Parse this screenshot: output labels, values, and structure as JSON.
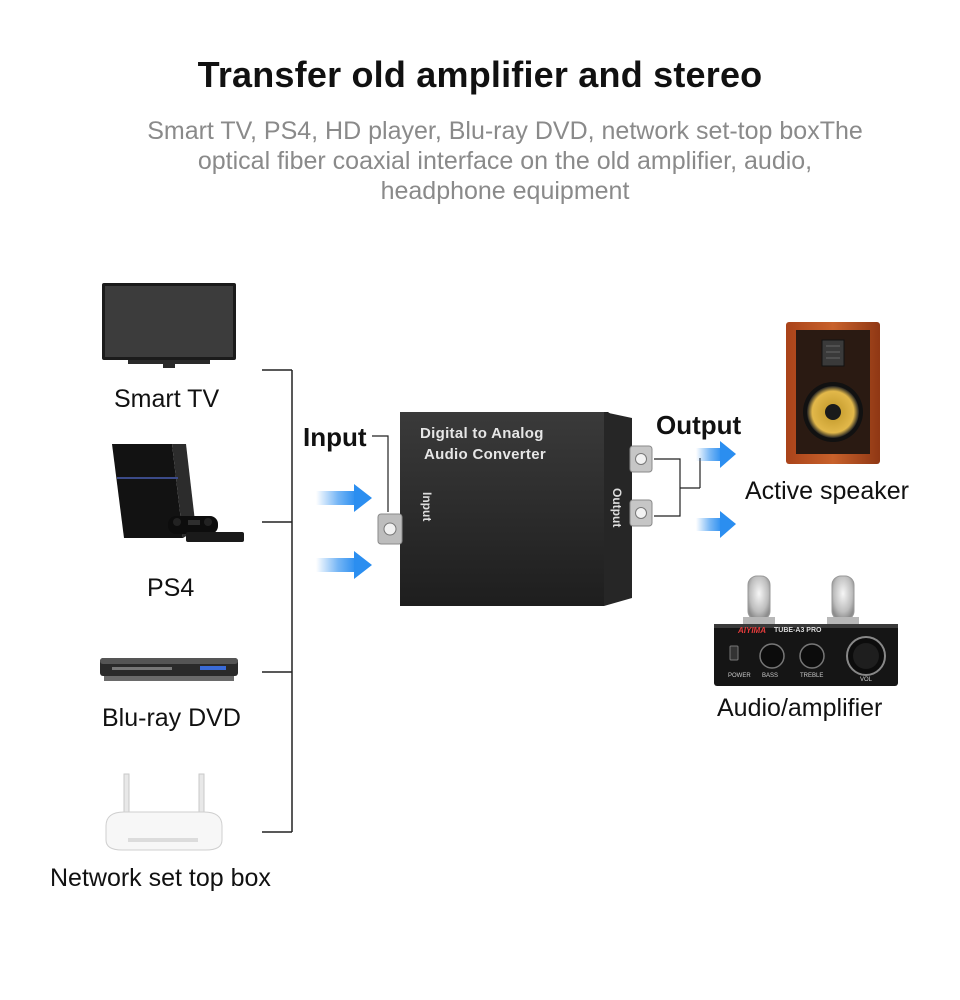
{
  "header": {
    "title": "Transfer old amplifier and stereo",
    "subtitle": "Smart TV, PS4, HD player, Blu-ray DVD, network set-top boxThe optical fiber coaxial interface on the old amplifier, audio, headphone equipment"
  },
  "sources": [
    {
      "label": "Smart TV",
      "icon": "tv-icon"
    },
    {
      "label": "PS4",
      "icon": "game-console-icon"
    },
    {
      "label": "Blu-ray DVD",
      "icon": "bluray-player-icon"
    },
    {
      "label": "Network set top box",
      "icon": "router-icon"
    }
  ],
  "converter": {
    "label_line1": "Digital to Analog",
    "label_line2": "Audio Converter",
    "input_side": "Input",
    "output_side": "Output",
    "body_color": "#2a2a2a"
  },
  "connections": {
    "input_label": "Input",
    "output_label": "Output",
    "arrow_color": "#2b8ef0"
  },
  "outputs": [
    {
      "label": "Active speaker",
      "icon": "speaker-icon"
    },
    {
      "label": "Audio/amplifier",
      "icon": "amplifier-icon",
      "brand": "AIYIMA",
      "model": "TUBE-A3 PRO",
      "knobs": [
        "BASS",
        "TREBLE",
        "VOL"
      ],
      "power": "POWER"
    }
  ]
}
